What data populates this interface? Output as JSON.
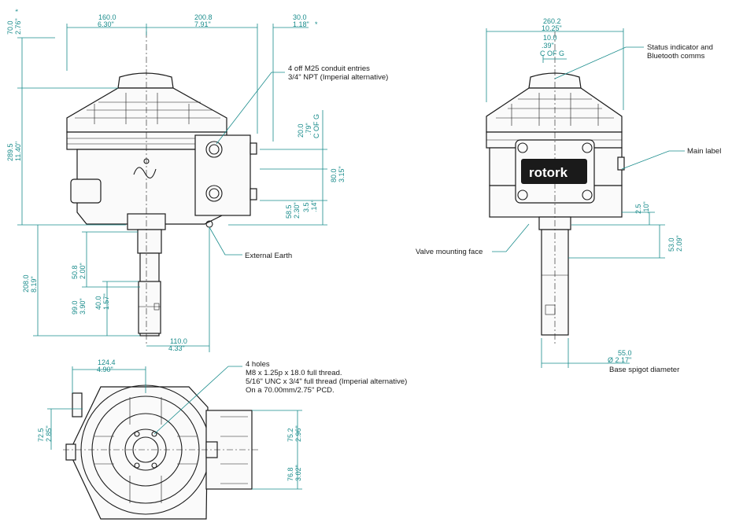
{
  "dims": {
    "d160": [
      "160.0",
      "6.30\""
    ],
    "d2008": [
      "200.8",
      "7.91\""
    ],
    "d30": [
      "30.0",
      "1.18\"",
      "*"
    ],
    "d70": [
      "70.0",
      "2.76\"",
      "*"
    ],
    "d2895": [
      "289.5",
      "11.40\""
    ],
    "d20": [
      "20.0",
      ".79\"",
      "C OF G"
    ],
    "d80": [
      "80.0",
      "3.15\""
    ],
    "d585": [
      "58.5",
      "2.30\""
    ],
    "d35": [
      "3.5",
      ".14\""
    ],
    "d508": [
      "50.8",
      "2.00\""
    ],
    "d2080": [
      "208.0",
      "8.19\""
    ],
    "d990": [
      "99.0",
      "3.90\""
    ],
    "d400": [
      "40.0",
      "1.57\""
    ],
    "d1100": [
      "110.0",
      "4.33\""
    ],
    "d2602": [
      "260.2",
      "10.25\""
    ],
    "d100": [
      "10.0",
      ".39\"",
      "C OF G"
    ],
    "d25": [
      "2.5",
      ".10\""
    ],
    "d530": [
      "53.0",
      "2.09\""
    ],
    "d550": [
      "55.0",
      "Ø  2.17\""
    ],
    "d1244": [
      "124.4",
      "4.90\""
    ],
    "d725": [
      "72.5",
      "2.85\""
    ],
    "d752": [
      "75.2",
      "2.96\""
    ],
    "d768": [
      "76.8",
      "3.02\""
    ]
  },
  "labels": {
    "conduit": [
      "4 off M25 conduit entries",
      "3/4\" NPT (Imperial alternative)"
    ],
    "status": [
      "Status indicator and",
      "Bluetooth comms"
    ],
    "main_label": "Main label",
    "valve_face": "Valve mounting face",
    "earth": "External Earth",
    "spigot": "Base spigot diameter",
    "holes": [
      "4 holes",
      "M8 x 1.25p x 18.0 full thread.",
      "5/16\" UNC x 3/4\" full thread (Imperial alternative)",
      "On a 70.00mm/2.75\" PCD."
    ]
  },
  "logo_text": "rotork"
}
